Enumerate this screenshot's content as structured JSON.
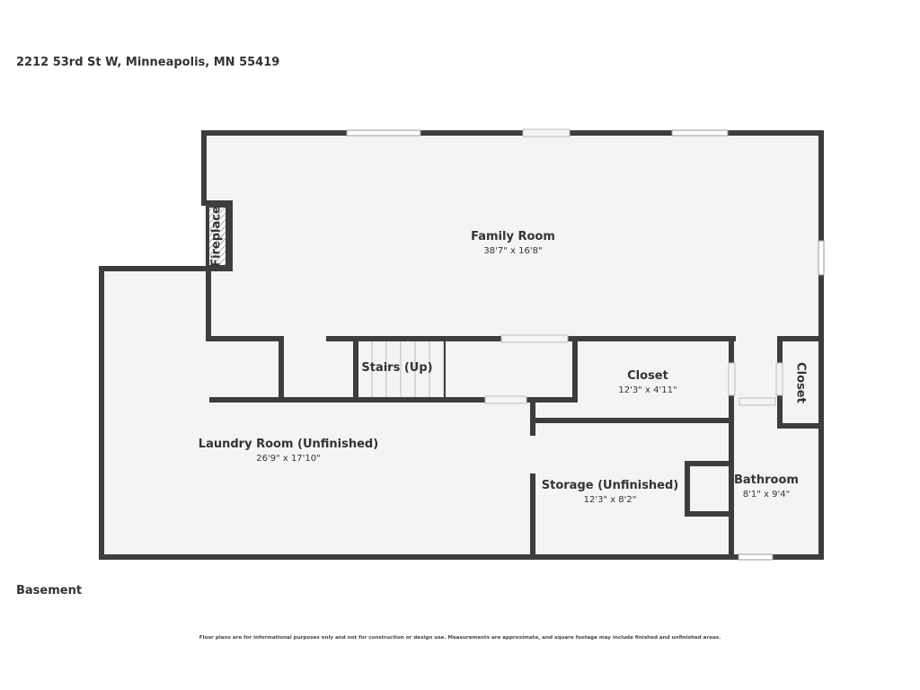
{
  "header": {
    "address": "2212 53rd St W, Minneapolis, MN 55419"
  },
  "floor": {
    "label": "Basement"
  },
  "rooms": {
    "family_room": {
      "name": "Family Room",
      "dims": "38'7\" x 16'8\""
    },
    "laundry_room": {
      "name": "Laundry Room (Unfinished)",
      "dims": "26'9\" x 17'10\""
    },
    "stairs": {
      "name": "Stairs (Up)"
    },
    "closet_center": {
      "name": "Closet",
      "dims": "12'3\" x 4'11\""
    },
    "closet_right": {
      "name": "Closet"
    },
    "storage": {
      "name": "Storage (Unfinished)",
      "dims": "12'3\" x 8'2\""
    },
    "bathroom": {
      "name": "Bathroom",
      "dims": "8'1\" x 9'4\""
    },
    "fireplace": {
      "name": "Fireplace"
    }
  },
  "footer": {
    "disclaimer": "Floor plans are for informational purposes only and not for construction or design use. Measurements are approximate, and square footage may include finished and unfinished areas."
  },
  "colors": {
    "wall": "#3d3d3d",
    "floor": "#f4f4f4",
    "background": "#ffffff"
  }
}
